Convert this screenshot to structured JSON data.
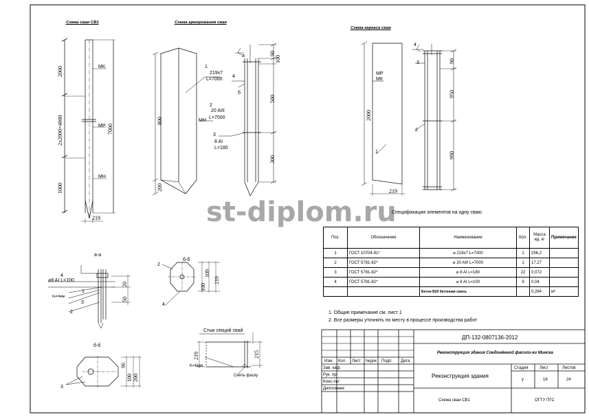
{
  "view_titles": {
    "pile_scheme": "Схема сваи СВ1",
    "reinforcement_scheme": "Схема армирования сваи",
    "skeleton_scheme": "Схема каркаса сваи"
  },
  "watermark": "st-diplom.ru",
  "pile": {
    "dim_2000_top": "2000",
    "dim_mid": "2x2000=4000",
    "dim_1000": "1000",
    "dim_total": "7000",
    "mark_mk": "МК",
    "mark_mr": "МР",
    "mark_mn": "МН",
    "dim_219": "219"
  },
  "reinf": {
    "dim_800": "800",
    "dim_200": "200",
    "dim_90": "90",
    "dim_100": "100",
    "dim_500": "500",
    "dim_300": "300",
    "pos1": "1",
    "pos1_text": "219x7",
    "pos1_len": "L=7000",
    "pos2": "2",
    "pos2_text": "20 AIII",
    "pos2_len": "L=7000",
    "pos3": "3",
    "pos3_text": "8 AI",
    "pos3_len": "L=180",
    "pos4": "4",
    "mark_mn": "МН",
    "mark_a": "а",
    "mark_b": "б"
  },
  "skeleton": {
    "mark_mr": "МР",
    "mark_mk": "МК",
    "dim_2000": "2000",
    "dim_219": "219",
    "dim_90": "90",
    "dim_950": "950",
    "dim_990": "990",
    "pos1": "1",
    "pos2": "2",
    "pos3": "3",
    "pos4": "4"
  },
  "spec_title": "Спецификация элементов на одну сваю",
  "spec": {
    "headers": [
      "Поз.",
      "Обозначение",
      "Наименование",
      "Кол.",
      "Масса ед. кг",
      "Примечание"
    ],
    "rows": [
      [
        "1",
        "ГОСТ 10704-91*",
        "219x7 L=7000",
        "1",
        "256,2",
        ""
      ],
      [
        "2",
        "ГОСТ 5781-82*",
        "20 AIII L=7000",
        "1",
        "17,27",
        ""
      ],
      [
        "3",
        "ГОСТ 5781-82*",
        "8 AI L=180",
        "22",
        "0,072",
        ""
      ],
      [
        "4",
        "ГОСТ 5781-82*",
        "8 AI L=100",
        "9",
        "0,04",
        ""
      ],
      [
        "",
        "",
        "Бетон В20 бетонная смесь",
        "",
        "0,264",
        "м³"
      ]
    ]
  },
  "notes": [
    "1. Общие примечание см. лист 1",
    "2. Все размеры уточнять по месту в процессе производства работ"
  ],
  "sec_aa": {
    "title": "а-а",
    "pos4": "4",
    "bar": "8 AI L=100",
    "weld": "Кн=4мм",
    "pos3": "3",
    "pos2": "2",
    "pos1": "1",
    "dim_20": "20",
    "dim_50": "50"
  },
  "sec_bb": {
    "title": "б-б",
    "pos2": "2",
    "pos4": "4",
    "dim_100": "100",
    "dim_109": "109",
    "dim_219": "219"
  },
  "sec_vv": {
    "title": "б-б",
    "pos3": "3",
    "dim_96": "96",
    "dim_100": "100",
    "dim_200": "200"
  },
  "joint": {
    "title": "Стык секций свай",
    "dim_219": "219",
    "dim_215": "215",
    "weld": "K=6мм",
    "chamfer": "Снять фаску"
  },
  "title_block": {
    "doc_code": "ДП-132-0807136-2012",
    "object": "Реконструкция здания Соединённой фасоли-ки Минска",
    "stage_name": "Реконструкция здания",
    "sheet_name": "Схема сваи СВ1",
    "org": "ОГТУ ПГС",
    "col_izm": "Изм.",
    "col_kol": "Кол.",
    "col_list": "Лист",
    "col_doc": "№док",
    "col_sign": "Подп.",
    "col_date": "Дата",
    "role1": "Зав. каф.",
    "role2": "Рук. пр.",
    "role3": "Конс-льт",
    "role4": "Дипломник",
    "stage_label": "Стадия",
    "list_label": "Лист",
    "lists_label": "Листов",
    "stage_val": "у",
    "list_val": "18",
    "lists_val": "24"
  }
}
